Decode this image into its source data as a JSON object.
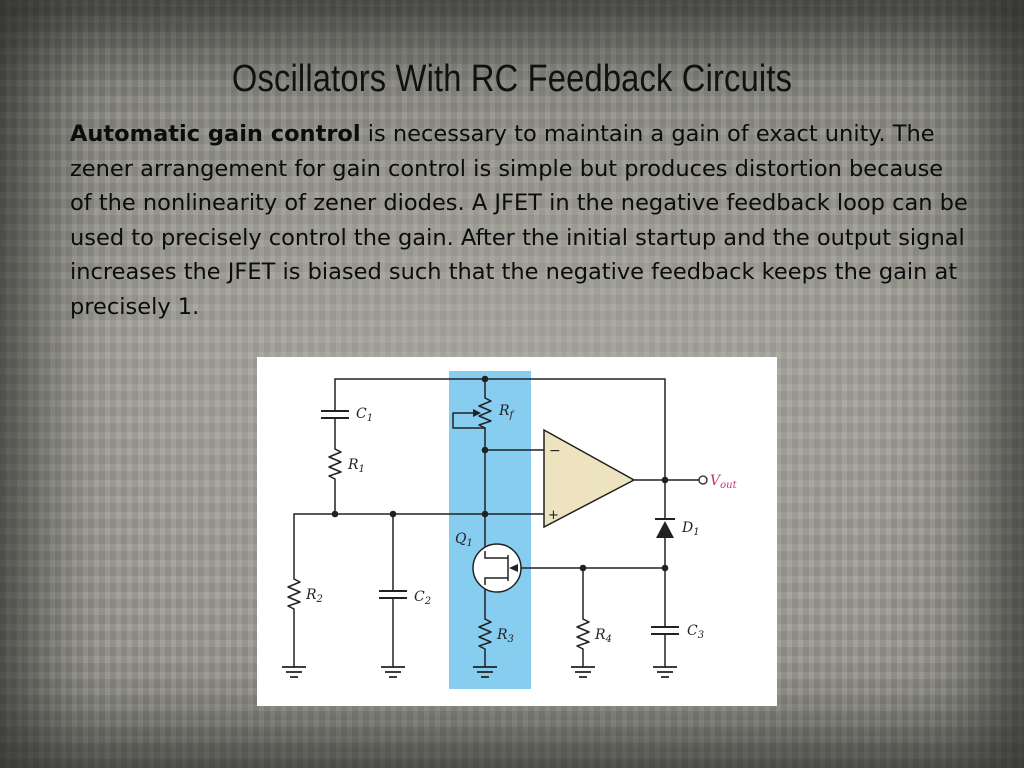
{
  "slide": {
    "title": "Oscillators With RC Feedback Circuits",
    "paragraph": {
      "bold_lead": "Automatic gain control",
      "text": " is necessary to maintain a gain of exact unity. The zener arrangement for gain control is simple but produces distortion because of the nonlinearity of zener diodes. A JFET in the negative feedback loop can be used to precisely control the gain. After the initial startup and the output signal increases the JFET is biased such that the negative feedback keeps the gain at precisely 1."
    }
  },
  "circuit": {
    "highlight_color": "#87cdf0",
    "opamp_fill": "#ede3bf",
    "output_label_color": "#c8327a",
    "labels": {
      "c1": {
        "main": "C",
        "sub": "1"
      },
      "r1": {
        "main": "R",
        "sub": "1"
      },
      "r2": {
        "main": "R",
        "sub": "2"
      },
      "c2": {
        "main": "C",
        "sub": "2"
      },
      "rf": {
        "main": "R",
        "sub": "f"
      },
      "q1": {
        "main": "Q",
        "sub": "1"
      },
      "r3": {
        "main": "R",
        "sub": "3"
      },
      "r4": {
        "main": "R",
        "sub": "4"
      },
      "d1": {
        "main": "D",
        "sub": "1"
      },
      "c3": {
        "main": "C",
        "sub": "3"
      },
      "vout": {
        "main": "V",
        "sub": "out"
      },
      "minus": "−",
      "plus": "+"
    }
  }
}
